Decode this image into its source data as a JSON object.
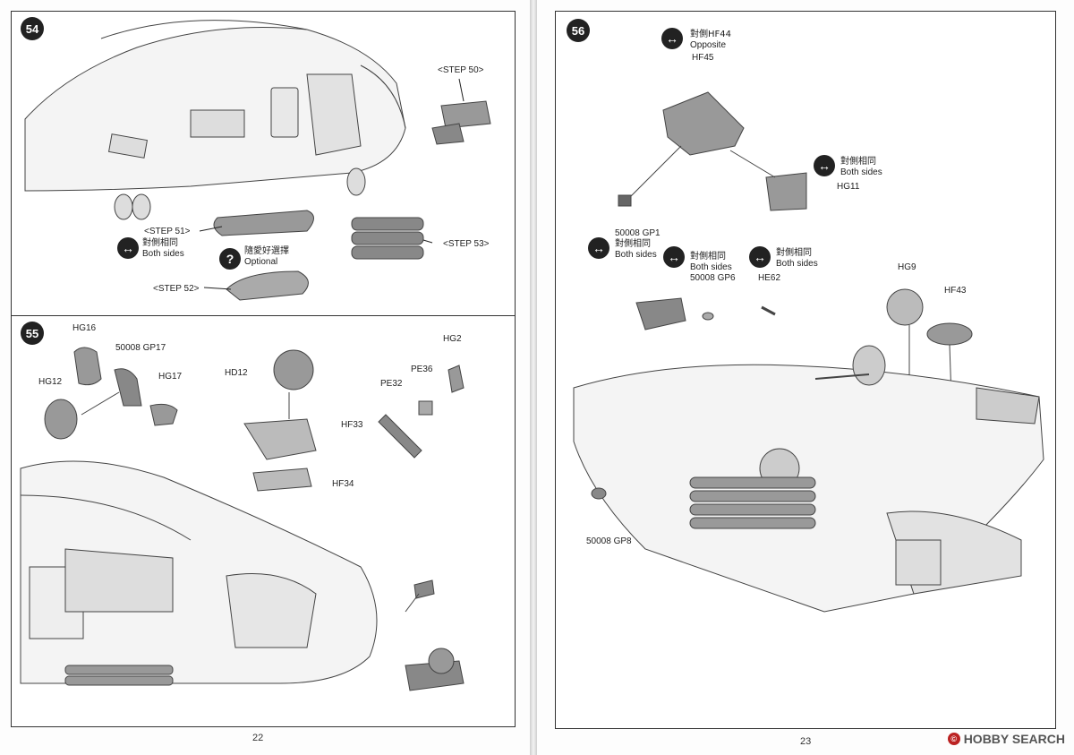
{
  "pages": {
    "left_number": "22",
    "right_number": "23"
  },
  "step54": {
    "number": "54",
    "step50": "<STEP 50>",
    "step51": "<STEP 51>",
    "both_cn": "對側相同",
    "both_en": "Both sides",
    "optional_cn": "隨愛好選擇",
    "optional_en": "Optional",
    "step53": "<STEP 53>",
    "step52": "<STEP 52>"
  },
  "step55": {
    "number": "55",
    "hg16": "HG16",
    "gp17": "50008 GP17",
    "hg12": "HG12",
    "hg17": "HG17",
    "hd12": "HD12",
    "hf33": "HF33",
    "hf34": "HF34",
    "pe32": "PE32",
    "pe36": "PE36",
    "hg2": "HG2"
  },
  "step56": {
    "number": "56",
    "opposite_cn": "對側HF44",
    "opposite_en": "Opposite",
    "hf45": "HF45",
    "both1_cn": "對側相同",
    "both1_en": "Both sides",
    "hg11": "HG11",
    "gp1": "50008 GP1",
    "both2_cn": "對側相同",
    "both2_en": "Both sides",
    "both3_cn": "對側相同",
    "both3_en": "Both sides",
    "gp6": "50008 GP6",
    "both4_cn": "對側相同",
    "both4_en": "Both sides",
    "he62": "HE62",
    "hg9": "HG9",
    "hf43": "HF43",
    "gp8": "50008 GP8"
  },
  "watermark": {
    "badge": "©",
    "text": "HOBBY SEARCH"
  },
  "icons": {
    "both_sides": "double-arrow-icon",
    "optional": "question-icon"
  }
}
